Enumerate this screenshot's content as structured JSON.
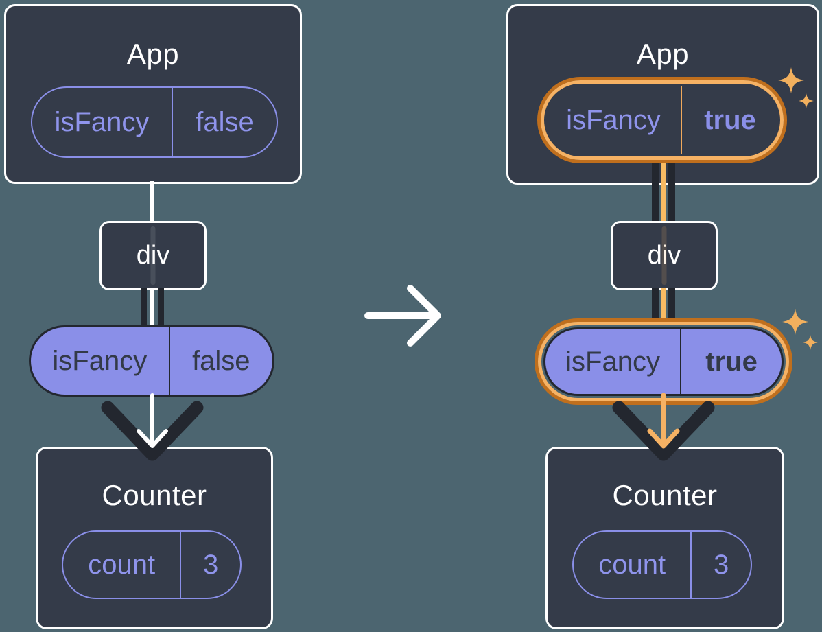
{
  "colors": {
    "background": "#4c6570",
    "card_background": "#343b49",
    "card_border": "#ffffff",
    "purple": "#8a8fe8",
    "dark_stroke": "#23272f",
    "highlight_ring_outer": "#c06f1d",
    "highlight_ring_inner": "#f6b264",
    "sparkle": "#f2b05e",
    "white": "#ffffff"
  },
  "left": {
    "app_title": "App",
    "state_pill": {
      "key": "isFancy",
      "value": "false"
    },
    "div_label": "div",
    "prop_pill": {
      "key": "isFancy",
      "value": "false"
    },
    "counter_title": "Counter",
    "count_pill": {
      "key": "count",
      "value": "3"
    }
  },
  "right": {
    "app_title": "App",
    "state_pill": {
      "key": "isFancy",
      "value": "true"
    },
    "div_label": "div",
    "prop_pill": {
      "key": "isFancy",
      "value": "true"
    },
    "counter_title": "Counter",
    "count_pill": {
      "key": "count",
      "value": "3"
    }
  }
}
